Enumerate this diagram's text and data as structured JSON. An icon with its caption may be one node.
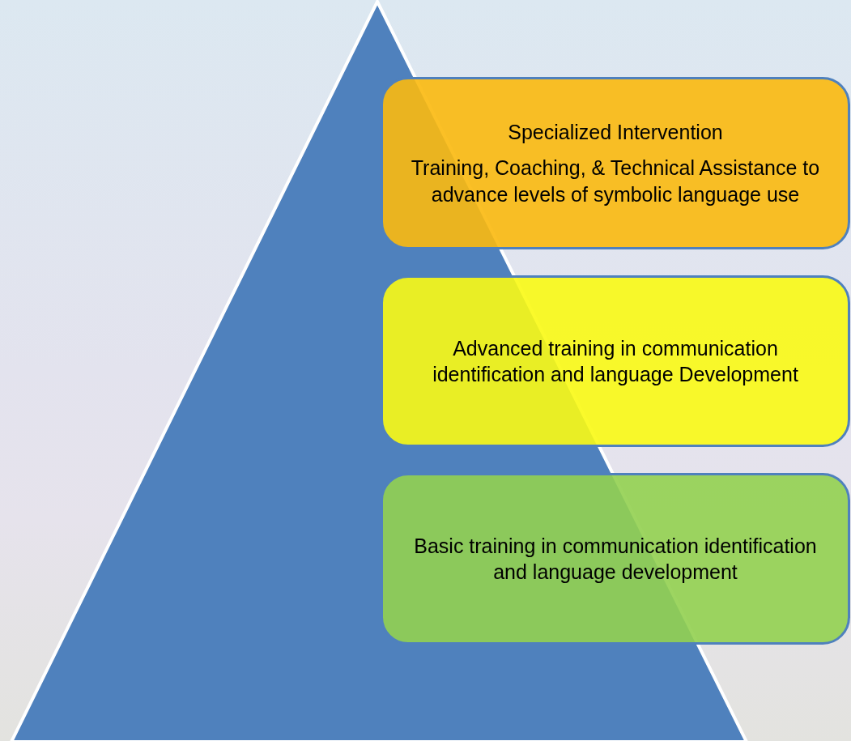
{
  "diagram": {
    "nodes": [
      {
        "text": [],
        "shape": "triangle"
      },
      {
        "text": [
          "Specialized Intervention",
          "Training, Coaching, & Technical Assistance to advance levels of symbolic language use"
        ]
      },
      {
        "text": [
          "Advanced training in communication identification and language Development"
        ]
      },
      {
        "text": [
          "Basic training in communication identification and language development"
        ]
      }
    ]
  }
}
